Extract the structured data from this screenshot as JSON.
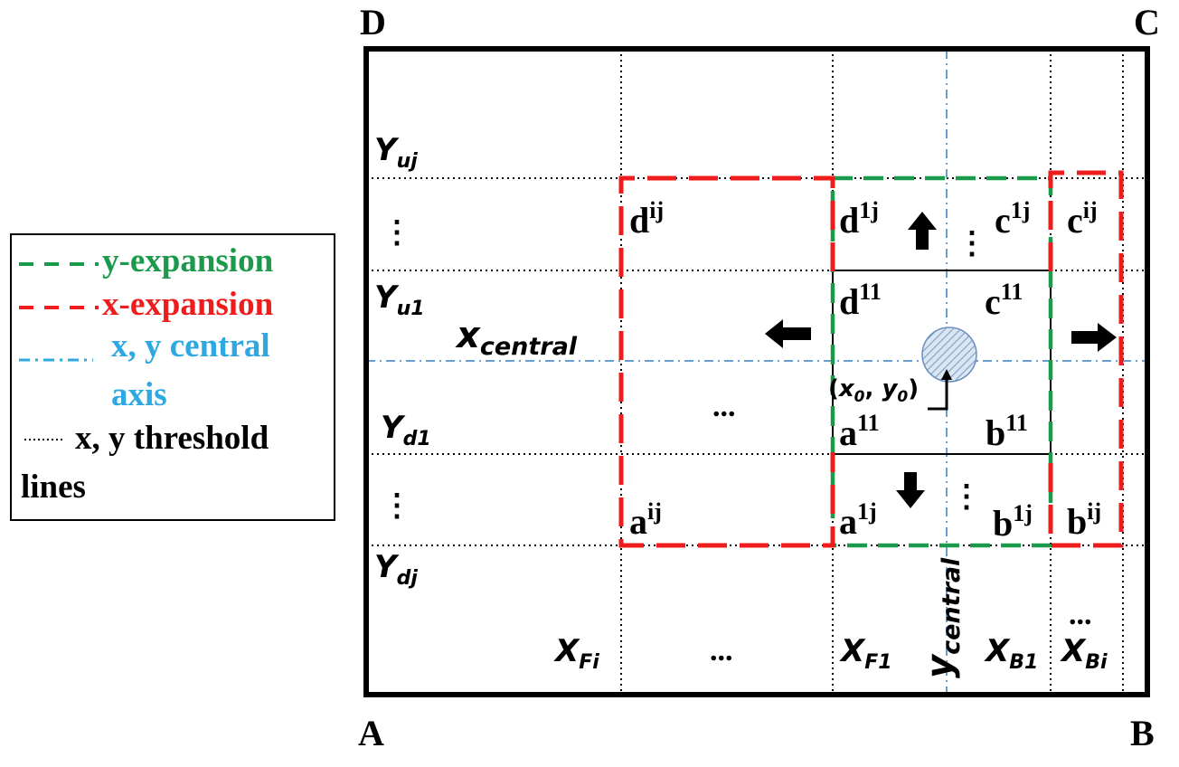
{
  "corners": {
    "top_left": "D",
    "top_right": "C",
    "bottom_left": "A",
    "bottom_right": "B"
  },
  "y_labels": {
    "yuj": {
      "base": "Y",
      "sub": "uj"
    },
    "yu1": {
      "base": "Y",
      "sub": "u1"
    },
    "yd1": {
      "base": "Y",
      "sub": "d1"
    },
    "ydj": {
      "base": "Y",
      "sub": "dj"
    }
  },
  "x_labels": {
    "xfi": {
      "base": "X",
      "sub": "Fi"
    },
    "xf1": {
      "base": "X",
      "sub": "F1"
    },
    "xb1": {
      "base": "X",
      "sub": "B1"
    },
    "xbi": {
      "base": "X",
      "sub": "Bi"
    }
  },
  "axis_labels": {
    "x_central": {
      "base": "x",
      "sub": "central"
    },
    "y_central": {
      "base": "y",
      "sub": "central"
    }
  },
  "origin_label": {
    "open": "(",
    "x": "x",
    "x_sub": "0",
    "sep": ", ",
    "y": "y",
    "y_sub": "0",
    "close": ")"
  },
  "points": {
    "dij": {
      "base": "d",
      "sup": "ij"
    },
    "d1j": {
      "base": "d",
      "sup": "1j"
    },
    "c1j": {
      "base": "c",
      "sup": "1j"
    },
    "cij": {
      "base": "c",
      "sup": "ij"
    },
    "d11": {
      "base": "d",
      "sup": "11"
    },
    "c11": {
      "base": "c",
      "sup": "11"
    },
    "a11": {
      "base": "a",
      "sup": "11"
    },
    "b11": {
      "base": "b",
      "sup": "11"
    },
    "aij": {
      "base": "a",
      "sup": "ij"
    },
    "a1j": {
      "base": "a",
      "sup": "1j"
    },
    "b1j": {
      "base": "b",
      "sup": "1j"
    },
    "bij": {
      "base": "b",
      "sup": "ij"
    }
  },
  "ellipsis": "...",
  "vertical_ellipsis": "⋮",
  "legend": {
    "y_expansion": "y-expansion",
    "x_expansion": "x-expansion",
    "central_axis_line1": "x, y central",
    "central_axis_line2": "axis",
    "threshold_line1": "x, y threshold",
    "threshold_line2": "lines"
  },
  "colors": {
    "y_expansion": "#1a9a4a",
    "x_expansion": "#ee1c1c",
    "central_axis": "#2ea8e0",
    "central_axis_line": "#6a9ed0",
    "threshold": "#000000",
    "frame": "#000000",
    "hatch": "#7f9fc8"
  },
  "icons": [
    "arrow-up-icon",
    "arrow-down-icon",
    "arrow-left-icon",
    "arrow-right-icon",
    "hatched-circle-icon",
    "corner-arrow-icon"
  ]
}
